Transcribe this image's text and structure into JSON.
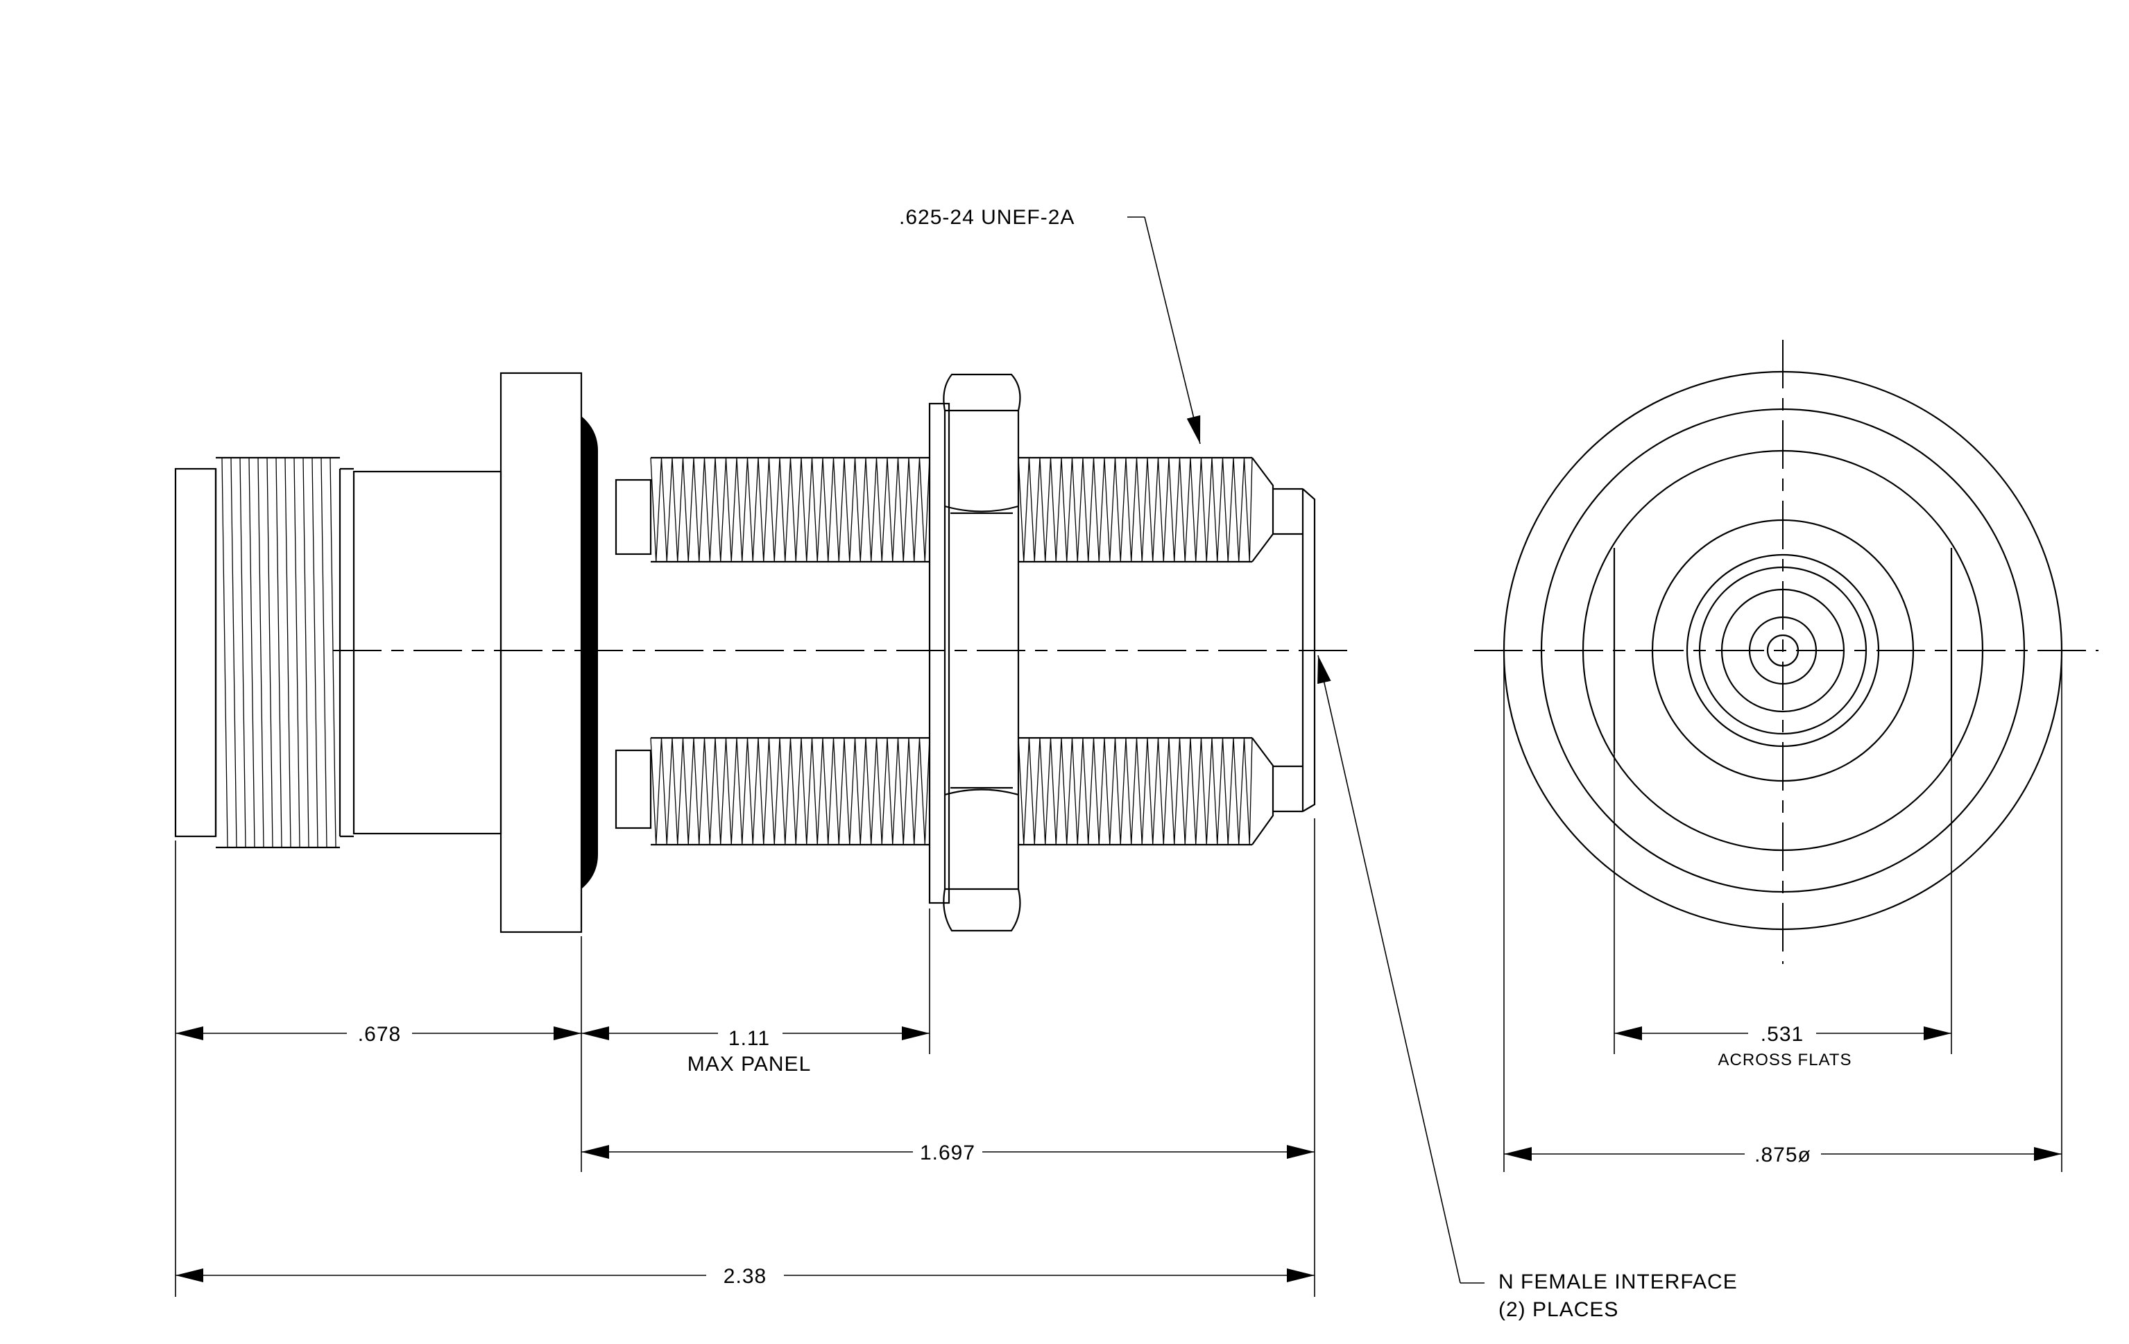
{
  "dimensions": {
    "length_a": ".678",
    "length_b": "1.11",
    "length_b_note": "MAX PANEL",
    "length_c": "1.697",
    "overall_length": "2.38",
    "across_flats": ".531",
    "across_flats_note": "ACROSS FLATS",
    "diameter": ".875ø"
  },
  "callouts": {
    "thread": ".625-24 UNEF-2A",
    "interface_line1": "N FEMALE INTERFACE",
    "interface_line2": "(2)  PLACES"
  }
}
